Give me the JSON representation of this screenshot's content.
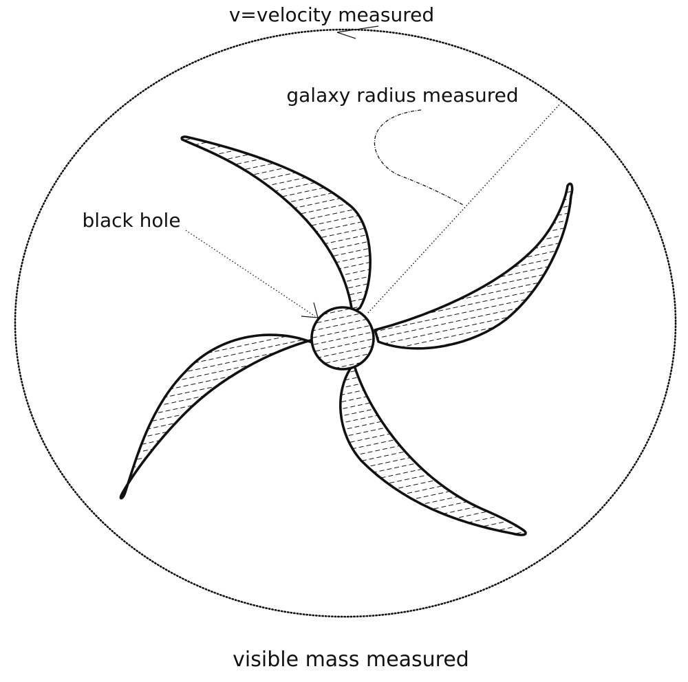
{
  "labels": {
    "velocity": "v=velocity measured",
    "radius": "galaxy radius measured",
    "black_hole": "black hole",
    "visible_mass": "visible mass measured"
  },
  "colors": {
    "ink": "#111111",
    "background": "#ffffff"
  }
}
